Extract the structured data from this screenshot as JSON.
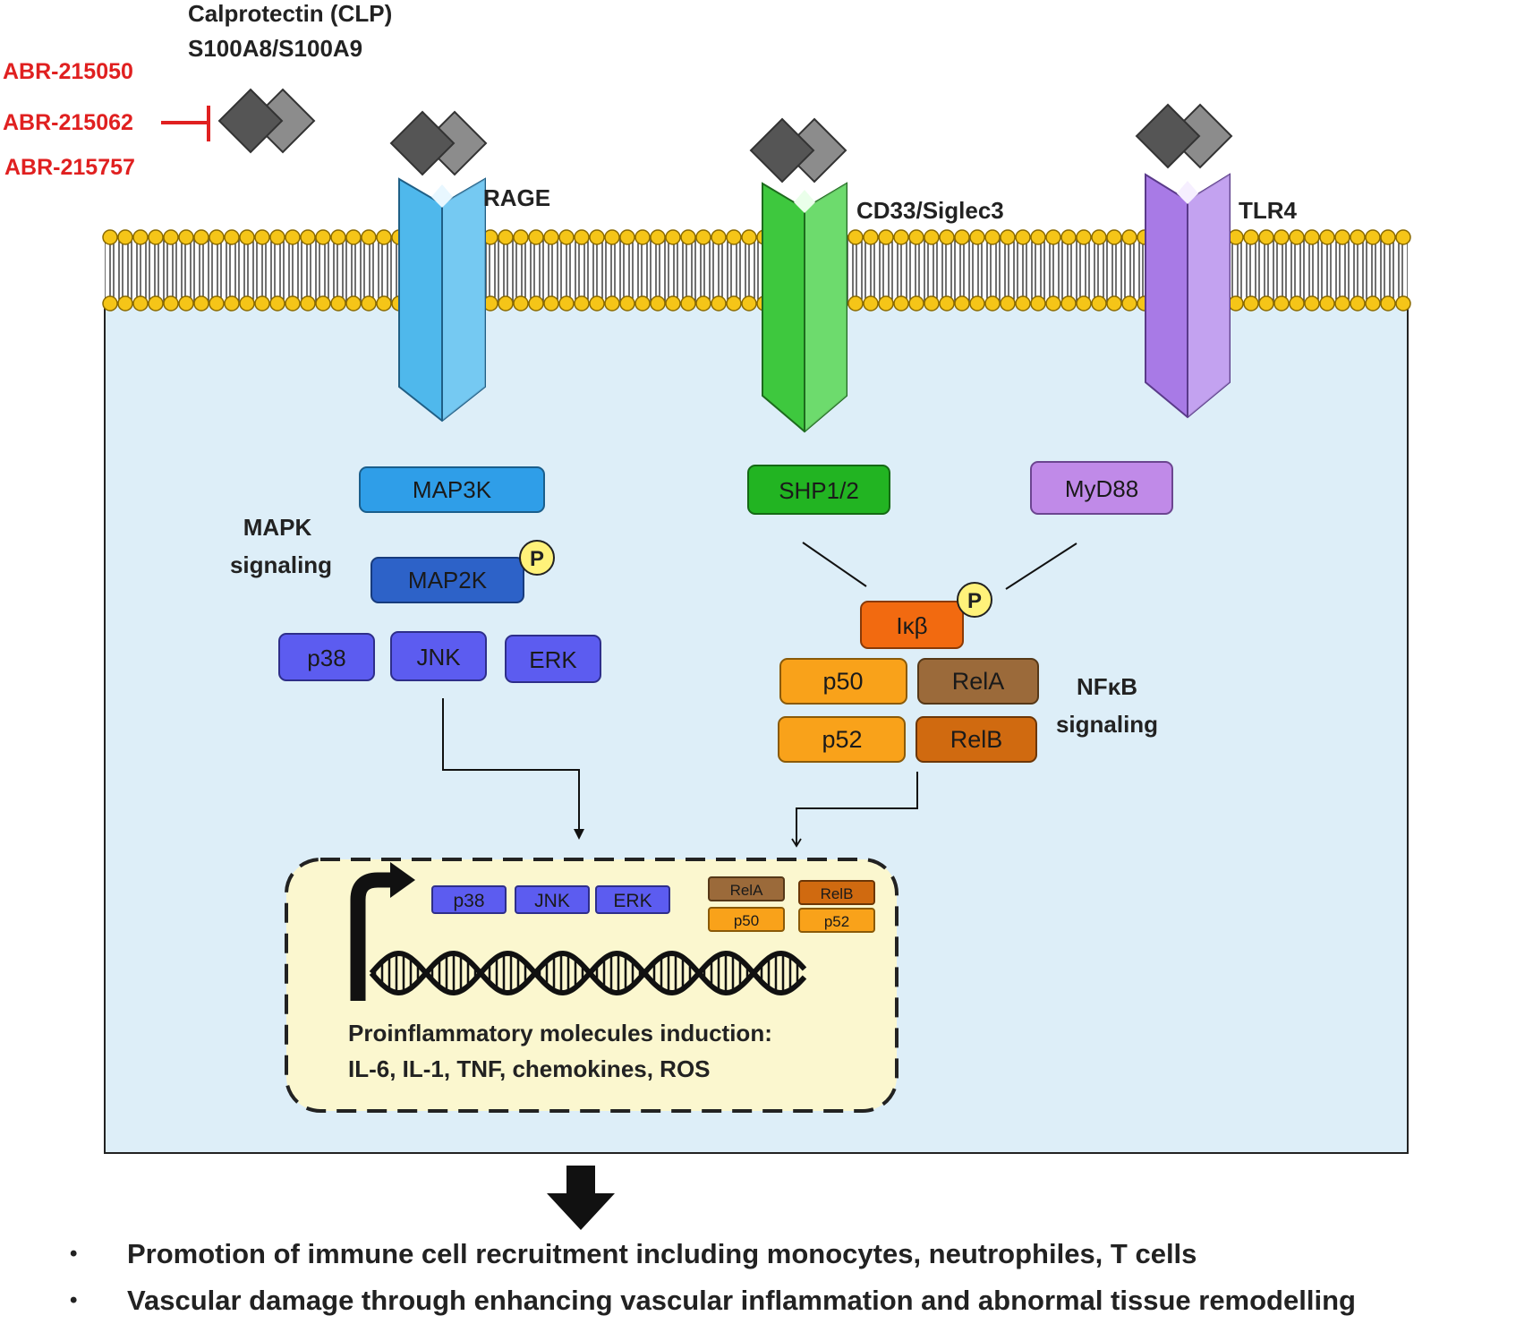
{
  "ligand": {
    "line1": "Calprotectin (CLP)",
    "line2": "S100A8/S100A9"
  },
  "inhibitors": [
    "ABR-215050",
    "ABR-215062",
    "ABR-215757"
  ],
  "receptors": {
    "rage": "RAGE",
    "cd33": "CD33/Siglec3",
    "tlr4": "TLR4"
  },
  "mapk": {
    "label_line1": "MAPK",
    "label_line2": "signaling",
    "map3k": "MAP3K",
    "map2k": "MAP2K",
    "p38": "p38",
    "jnk": "JNK",
    "erk": "ERK"
  },
  "phospho": "P",
  "nfkb_path": {
    "shp": "SHP1/2",
    "myd88": "MyD88",
    "ikb": "Iκβ",
    "p50": "p50",
    "rela": "RelA",
    "p52": "p52",
    "relb": "RelB",
    "label_line1": "NFκB",
    "label_line2": "signaling"
  },
  "nucleus": {
    "p38": "p38",
    "jnk": "JNK",
    "erk": "ERK",
    "rela": "RelA",
    "p50": "p50",
    "relb": "RelB",
    "p52": "p52",
    "line1": "Proinflammatory molecules induction:",
    "line2": "IL-6, IL-1, TNF, chemokines, ROS"
  },
  "outcomes": [
    "Promotion of immune cell recruitment including monocytes, neutrophiles, T cells",
    "Vascular damage through enhancing vascular inflammation and abnormal tissue remodelling"
  ],
  "colors": {
    "inhibitor": "#e02020",
    "cell": "#ddeef8",
    "nucleus": "#fbf7cf",
    "rage": "#4fb8ec",
    "cd33": "#3ec83e",
    "tlr4": "#a87ae6",
    "map3k": "#2f9ee8",
    "map2k": "#2d62c8",
    "mapk": "#5c5cf0",
    "shp": "#22b422",
    "myd88": "#c08ae8",
    "ikb": "#f26a10",
    "p5x": "#f9a21a",
    "rela": "#9b6a3a",
    "relb": "#d06a10",
    "lipid": "#f5c518",
    "phospho": "#fff27a"
  }
}
